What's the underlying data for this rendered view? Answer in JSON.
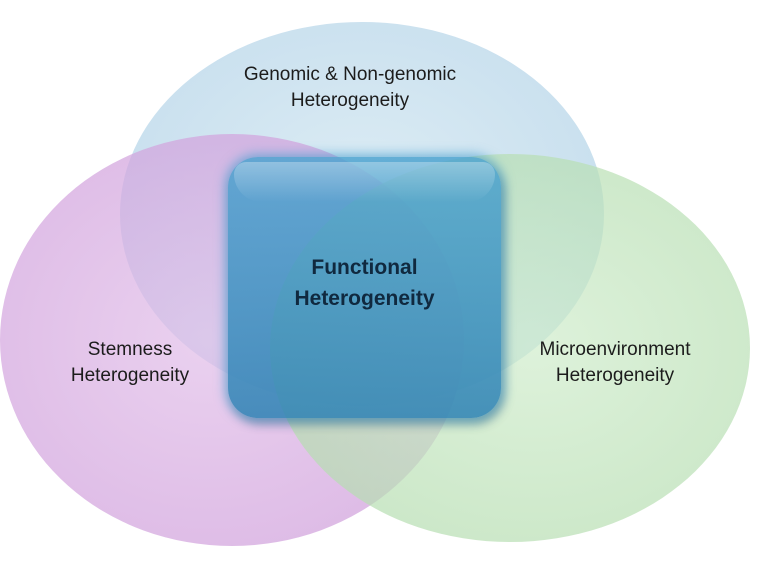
{
  "diagram": {
    "center": {
      "line1": "Functional",
      "line2": "Heterogeneity"
    },
    "circles": {
      "genomic": {
        "line1": "Genomic & Non-genomic",
        "line2": "Heterogeneity",
        "color": "#c9e0ee"
      },
      "stemness": {
        "line1": "Stemness",
        "line2": "Heterogeneity",
        "color": "#d9b3e3"
      },
      "microenvironment": {
        "line1": "Microenvironment",
        "line2": "Heterogeneity",
        "color": "#c3e6c0"
      }
    },
    "center_color": "#3d97c8"
  }
}
